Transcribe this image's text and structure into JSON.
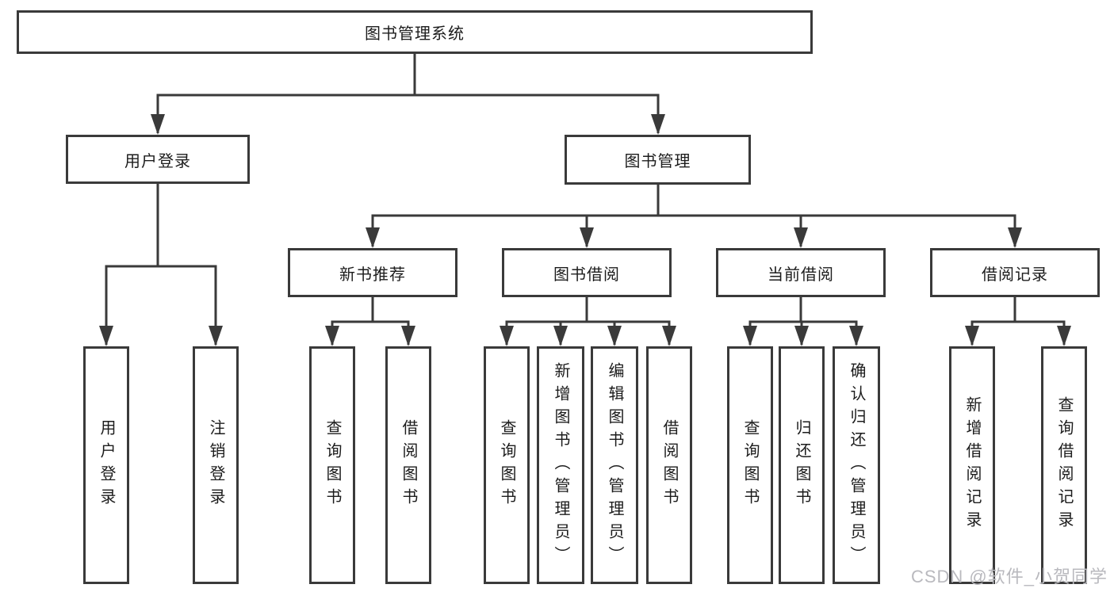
{
  "colors": {
    "line": "#3a3a3a",
    "text": "#1c1c1c",
    "box-bg": "#ffffff",
    "watermark": "#b9b9be"
  },
  "tree": {
    "root": "图书管理系统",
    "branches": [
      {
        "label": "用户登录",
        "children": [
          "用户登录",
          "注销登录"
        ]
      },
      {
        "label": "图书管理",
        "sections": [
          {
            "label": "新书推荐",
            "children": [
              "查询图书",
              "借阅图书"
            ]
          },
          {
            "label": "图书借阅",
            "children": [
              "查询图书",
              "新增图书（管理员）",
              "编辑图书（管理员）",
              "借阅图书"
            ]
          },
          {
            "label": "当前借阅",
            "children": [
              "查询图书",
              "归还图书",
              "确认归还（管理员）"
            ]
          },
          {
            "label": "借阅记录",
            "children": [
              "新增借阅记录",
              "查询借阅记录"
            ]
          }
        ]
      }
    ]
  },
  "watermark": "CSDN @软件_小贺同学"
}
